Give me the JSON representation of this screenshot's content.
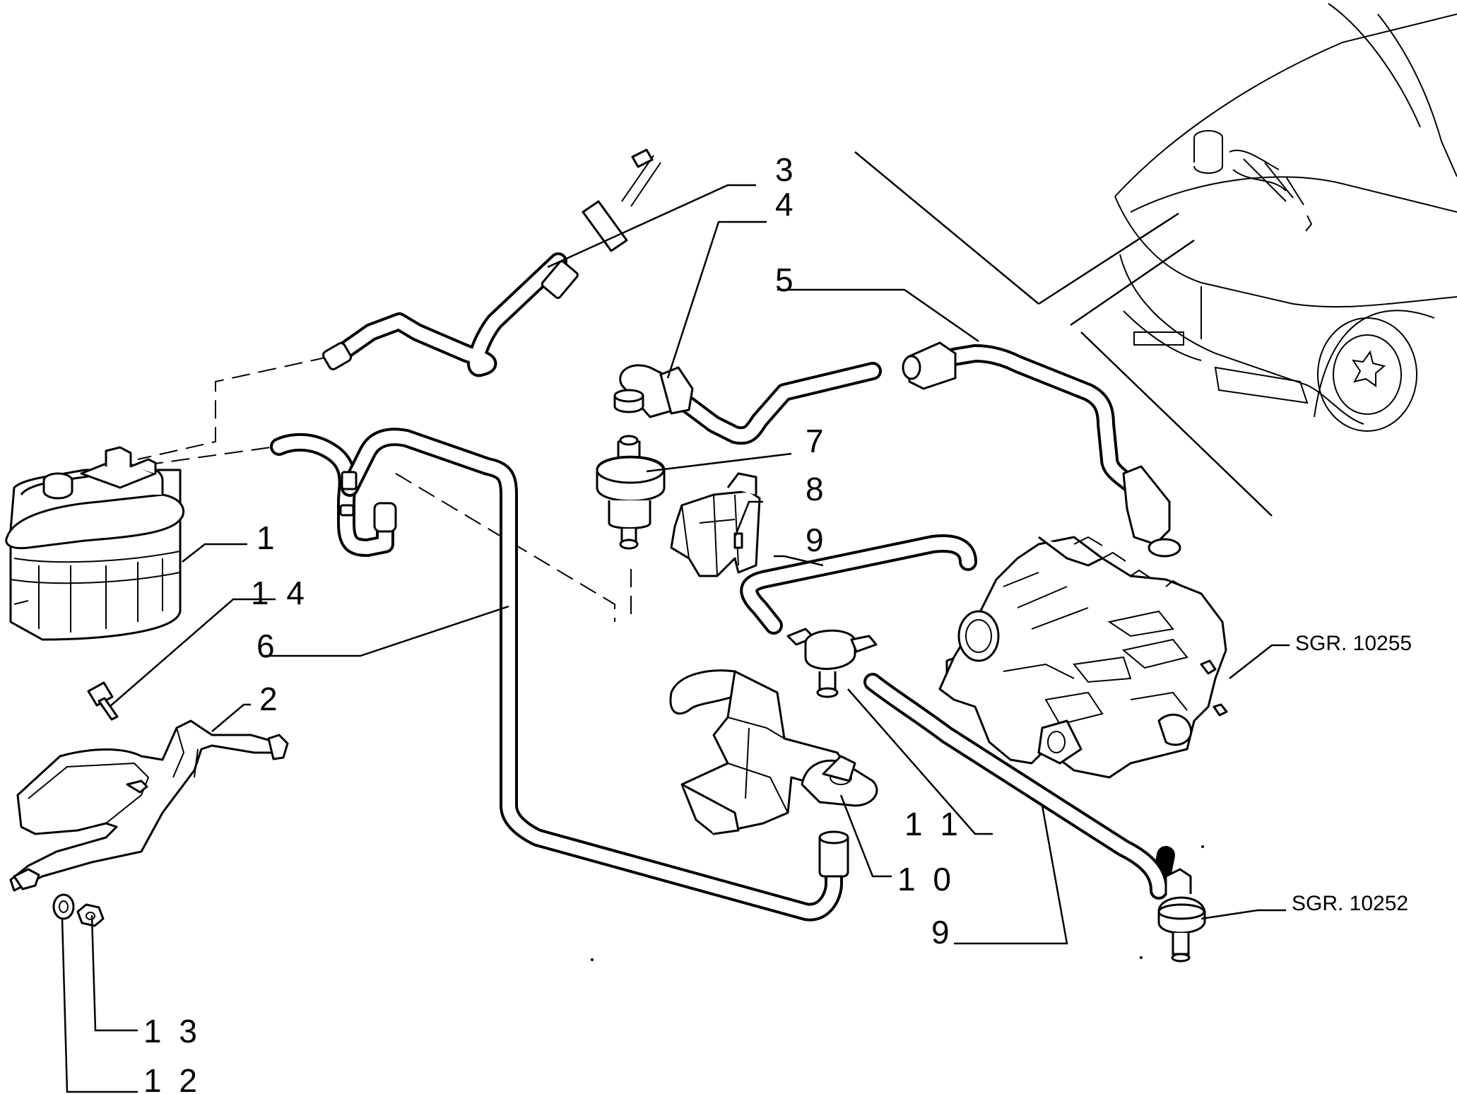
{
  "callouts": {
    "c1": "1",
    "c2": "2",
    "c3": "3",
    "c4": "4",
    "c5": "5",
    "c6": "6",
    "c7": "7",
    "c8": "8",
    "c9a": "9",
    "c9b": "9",
    "c10": "1 0",
    "c11": "1 1",
    "c12": "1 2",
    "c13": "1 3",
    "c14": "1 4"
  },
  "references": {
    "upper": "SGR. 10255",
    "lower": "SGR. 10252"
  }
}
